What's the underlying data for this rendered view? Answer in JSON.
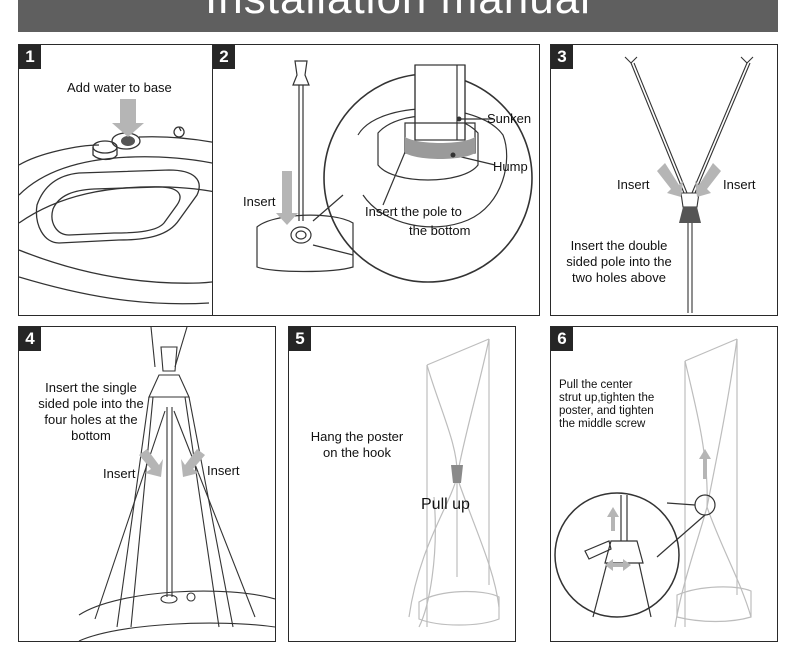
{
  "header": {
    "title": "Installation manual"
  },
  "steps": [
    {
      "number": "1",
      "texts": [
        "Add water to base"
      ]
    },
    {
      "number": "2",
      "texts": [
        "Insert",
        "Sunken",
        "Hump",
        "Insert the pole to",
        "the bottom"
      ]
    },
    {
      "number": "3",
      "texts": [
        "Insert",
        "Insert",
        "Insert the double",
        "sided pole into the",
        "two holes above"
      ]
    },
    {
      "number": "4",
      "texts": [
        "Insert the single",
        "sided pole into the",
        "four holes at the",
        "bottom",
        "Insert",
        "Insert"
      ]
    },
    {
      "number": "5",
      "texts": [
        "Hang the poster",
        "on the hook",
        "Pull up"
      ]
    },
    {
      "number": "6",
      "texts": [
        "Pull the center",
        "strut up,tighten the",
        "poster, and tighten",
        "the middle screw"
      ]
    }
  ],
  "colors": {
    "banner": "#5f5f5f",
    "badge": "#262626",
    "arrow": "#b5b5b5"
  }
}
